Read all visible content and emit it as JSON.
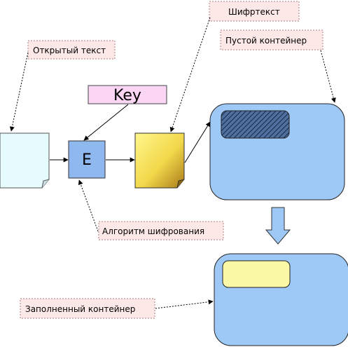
{
  "labels": {
    "plaintext": "Открытый текст",
    "ciphertext": "Шифртекст",
    "empty_container": "Пустой контейнер",
    "key": "Key",
    "encryptor": "E",
    "algorithm": "Алгоритм шифрования",
    "filled_container": "Заполненный контейнер"
  },
  "colors": {
    "note_fill": "#fde8e8",
    "key_fill": "#fbd6f4",
    "plaintext_doc": "#e6fbfd",
    "encryptor_box": "#8fb8ee",
    "container": "#9ec9f6",
    "hatched_slot": "#1f3c66",
    "filled_slot": "#fbf8a6",
    "cipher_doc_light": "#fff88a",
    "cipher_doc_dark": "#b68a1c"
  }
}
